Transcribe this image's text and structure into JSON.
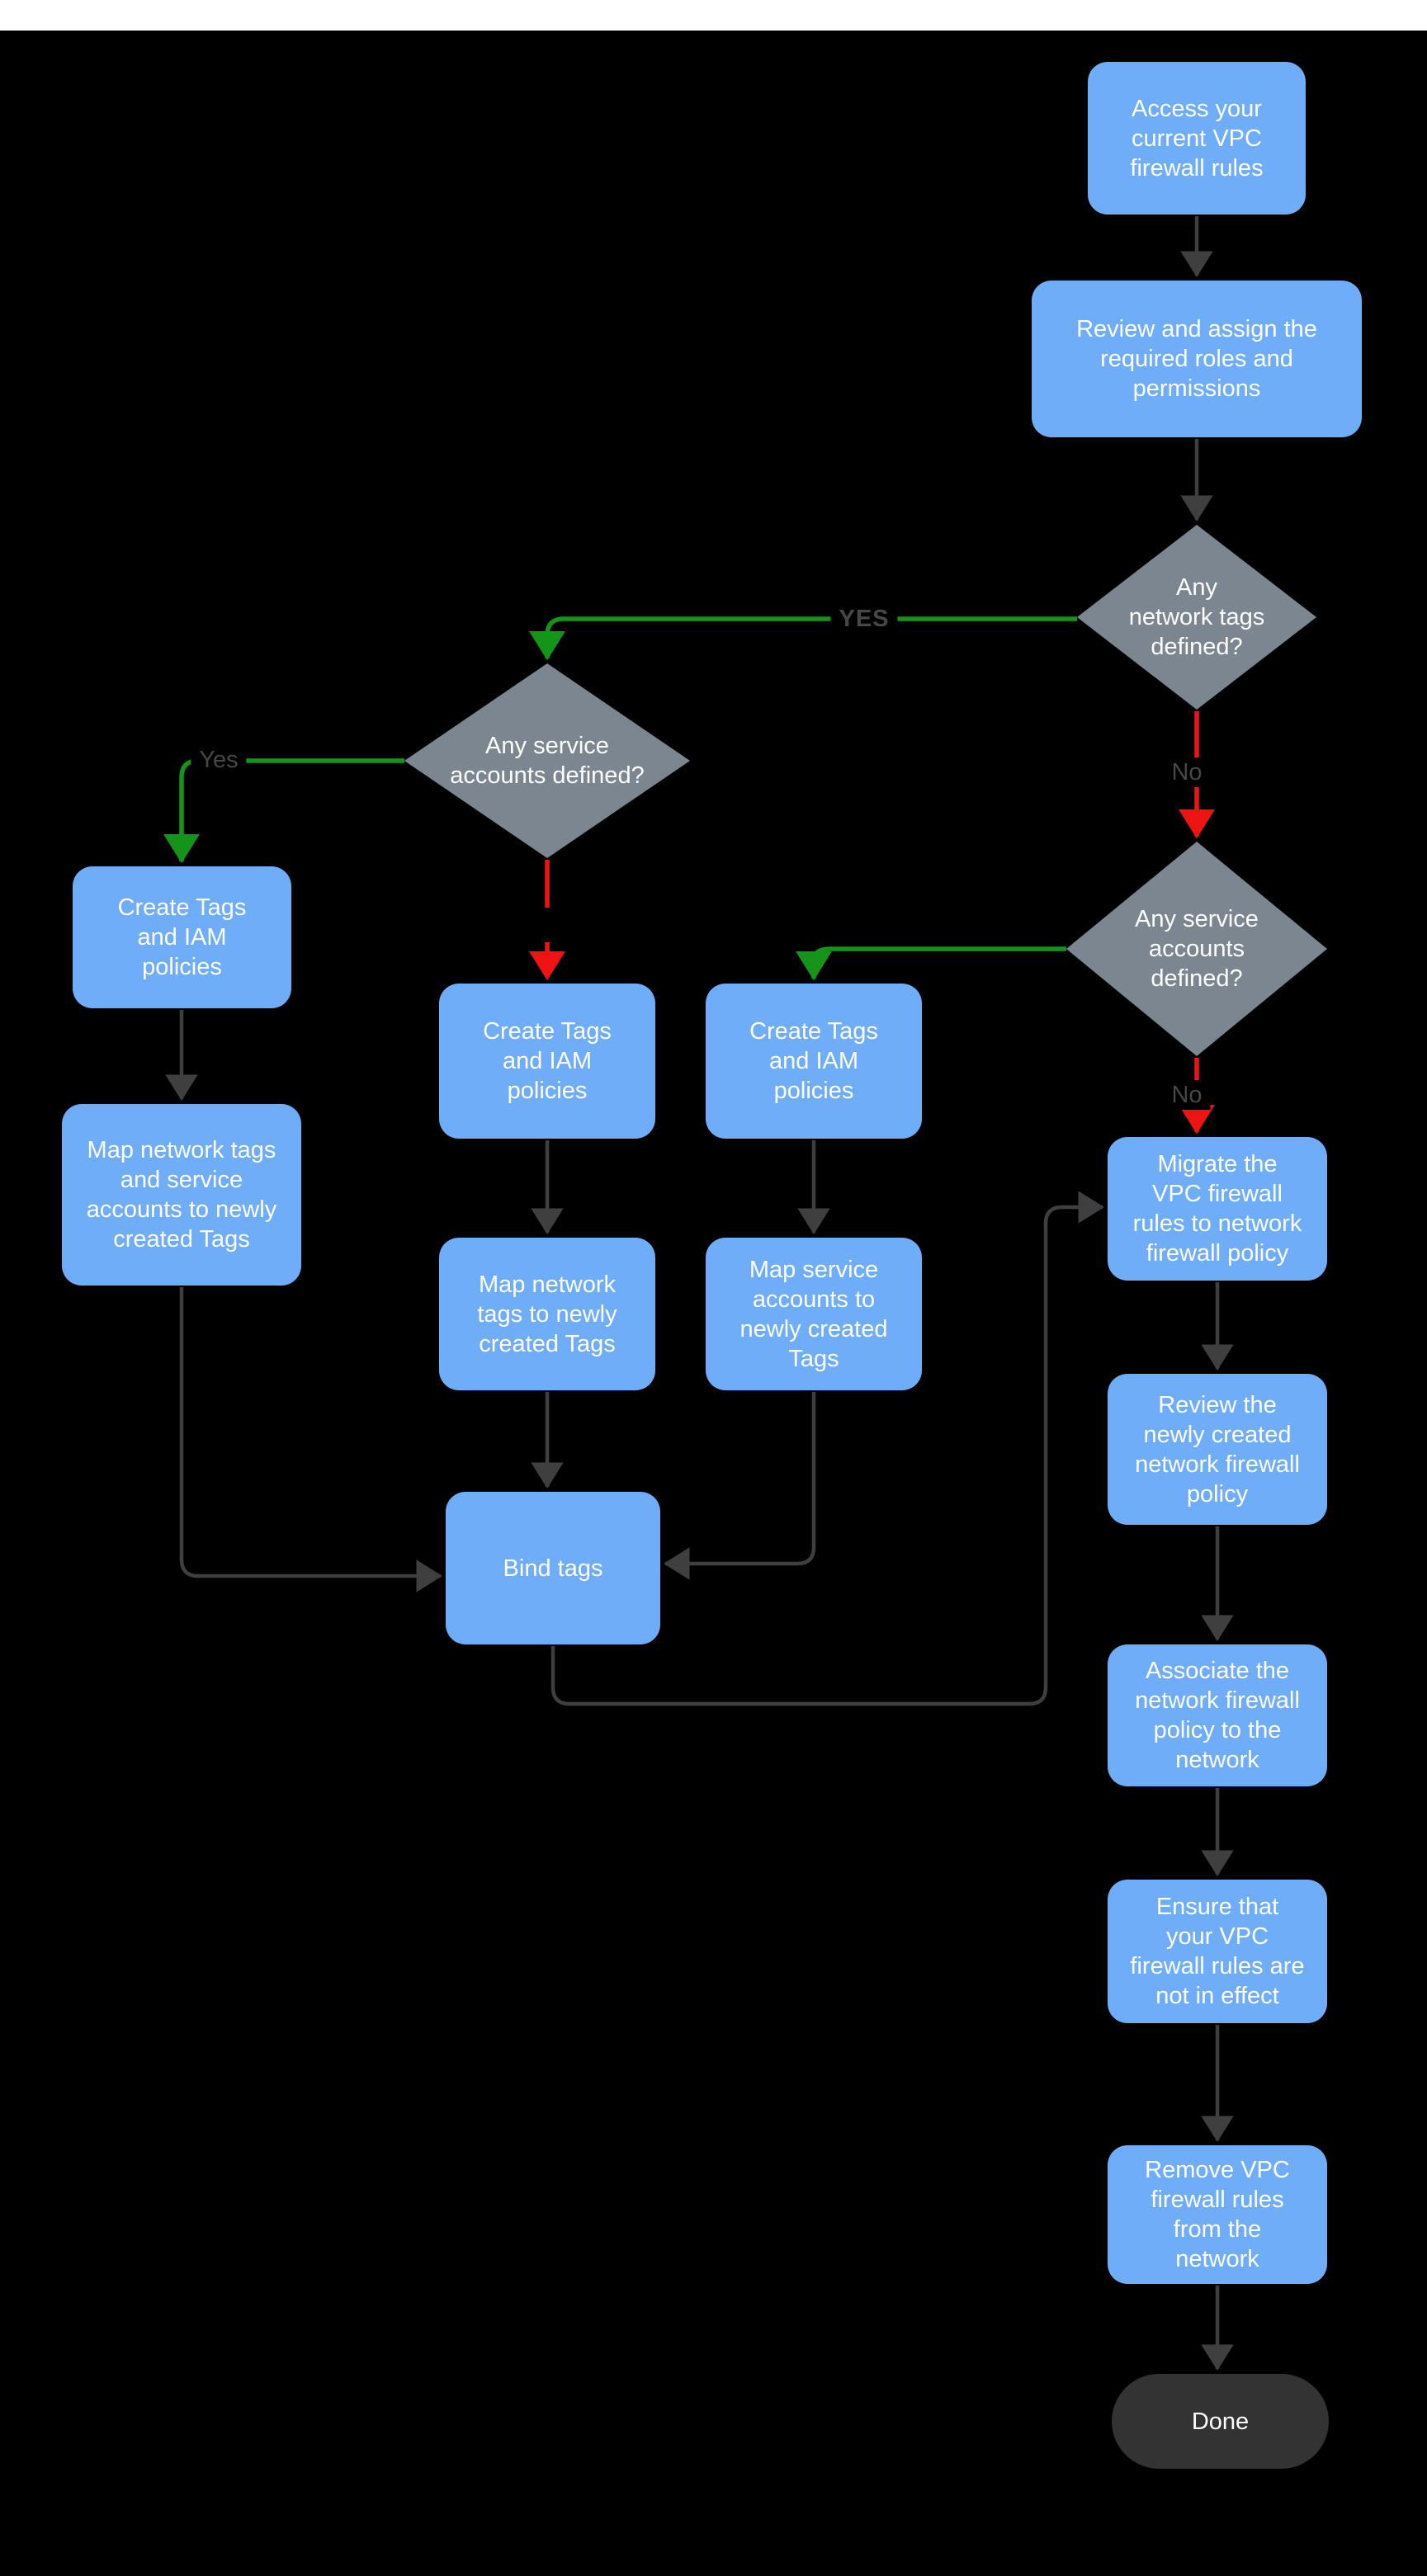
{
  "diagram": {
    "title_hint": "VPC firewall rules migration flowchart",
    "colors": {
      "canvas_bg": "#000000",
      "top_strip": "#FFFFFF",
      "process_fill": "#6FADF9",
      "decision_fill": "#7B8690",
      "terminator_fill": "#333333",
      "node_text": "#FFFFFF",
      "edge_dark": "#3F3F3F",
      "edge_green": "#149418",
      "edge_red": "#EE1414",
      "edge_label_text": "#474747"
    }
  },
  "nodes": {
    "access": {
      "type": "process",
      "text": "Access your\ncurrent VPC\nfirewall rules"
    },
    "review": {
      "type": "process",
      "text": "Review and assign the\nrequired roles and\npermissions"
    },
    "dec_nettags": {
      "type": "decision",
      "text": "Any\nnetwork tags\ndefined?"
    },
    "dec_sa_left": {
      "type": "decision",
      "text": "Any service\naccounts defined?"
    },
    "dec_sa_right": {
      "type": "decision",
      "text": "Any service\naccounts\ndefined?"
    },
    "create_left": {
      "type": "process",
      "text": "Create Tags\nand IAM\npolicies"
    },
    "create_mid": {
      "type": "process",
      "text": "Create Tags\nand IAM\npolicies"
    },
    "create_right": {
      "type": "process",
      "text": "Create Tags\nand IAM\npolicies"
    },
    "map_left": {
      "type": "process",
      "text": "Map network tags\nand service\naccounts to newly\ncreated Tags"
    },
    "map_mid": {
      "type": "process",
      "text": "Map network\ntags to newly\ncreated Tags"
    },
    "map_right": {
      "type": "process",
      "text": "Map service\naccounts  to\nnewly created\nTags"
    },
    "bind": {
      "type": "process",
      "text": "Bind tags"
    },
    "migrate": {
      "type": "process",
      "text": "Migrate the\nVPC firewall\nrules to network\nfirewall policy"
    },
    "review_policy": {
      "type": "process",
      "text": "Review the\nnewly created\nnetwork firewall\npolicy"
    },
    "associate": {
      "type": "process",
      "text": "Associate the\nnetwork firewall\npolicy to the\nnetwork"
    },
    "ensure": {
      "type": "process",
      "text": "Ensure that\nyour VPC\nfirewall rules are\nnot in effect"
    },
    "remove": {
      "type": "process",
      "text": "Remove  VPC\nfirewall rules\nfrom the\nnetwork"
    },
    "done": {
      "type": "terminator",
      "text": "Done"
    }
  },
  "labels": {
    "yes_upper": "YES",
    "no_upper": "No",
    "yes_left": "Yes",
    "no_lower": "No"
  },
  "edges": [
    {
      "from": "access",
      "to": "review",
      "color": "dark"
    },
    {
      "from": "review",
      "to": "dec_nettags",
      "color": "dark"
    },
    {
      "from": "dec_nettags",
      "to": "dec_sa_left",
      "color": "green",
      "label": "YES"
    },
    {
      "from": "dec_nettags",
      "to": "dec_sa_right",
      "color": "red",
      "label": "No"
    },
    {
      "from": "dec_sa_left",
      "to": "create_left",
      "color": "green",
      "label": "Yes"
    },
    {
      "from": "dec_sa_left",
      "to": "create_mid",
      "color": "red",
      "style": "dashed"
    },
    {
      "from": "dec_sa_right",
      "to": "create_right",
      "color": "green"
    },
    {
      "from": "dec_sa_right",
      "to": "migrate",
      "color": "red",
      "label": "No"
    },
    {
      "from": "create_left",
      "to": "map_left",
      "color": "dark"
    },
    {
      "from": "create_mid",
      "to": "map_mid",
      "color": "dark"
    },
    {
      "from": "create_right",
      "to": "map_right",
      "color": "dark"
    },
    {
      "from": "map_left",
      "to": "bind",
      "color": "dark"
    },
    {
      "from": "map_mid",
      "to": "bind",
      "color": "dark"
    },
    {
      "from": "map_right",
      "to": "bind",
      "color": "dark"
    },
    {
      "from": "bind",
      "to": "migrate",
      "color": "dark"
    },
    {
      "from": "migrate",
      "to": "review_policy",
      "color": "dark"
    },
    {
      "from": "review_policy",
      "to": "associate",
      "color": "dark"
    },
    {
      "from": "associate",
      "to": "ensure",
      "color": "dark"
    },
    {
      "from": "ensure",
      "to": "remove",
      "color": "dark"
    },
    {
      "from": "remove",
      "to": "done",
      "color": "dark"
    }
  ]
}
